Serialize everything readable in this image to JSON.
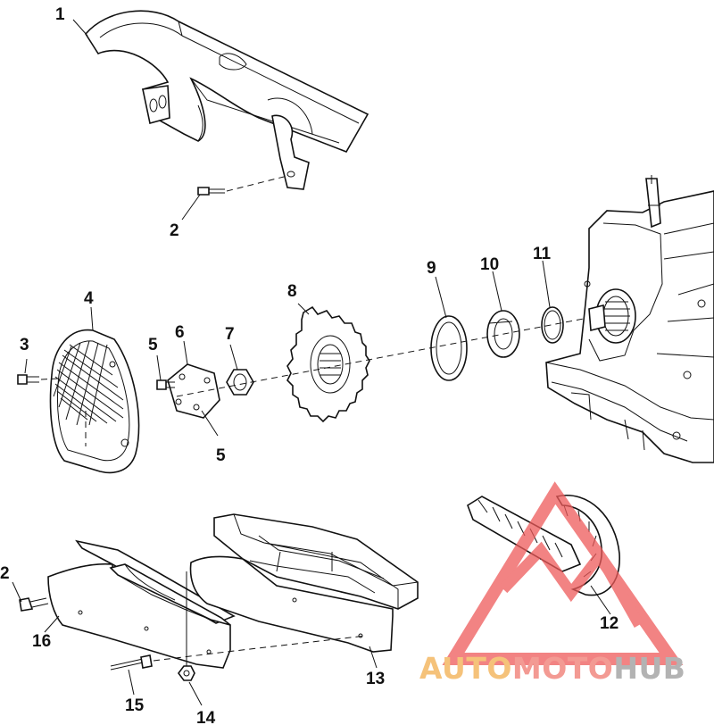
{
  "diagram": {
    "callouts": [
      {
        "id": "1",
        "text": "1"
      },
      {
        "id": "2a",
        "text": "2"
      },
      {
        "id": "2b",
        "text": "2"
      },
      {
        "id": "3",
        "text": "3"
      },
      {
        "id": "4",
        "text": "4"
      },
      {
        "id": "5a",
        "text": "5"
      },
      {
        "id": "5b",
        "text": "5"
      },
      {
        "id": "6",
        "text": "6"
      },
      {
        "id": "7",
        "text": "7"
      },
      {
        "id": "8",
        "text": "8"
      },
      {
        "id": "9",
        "text": "9"
      },
      {
        "id": "10",
        "text": "10"
      },
      {
        "id": "11",
        "text": "11"
      },
      {
        "id": "12",
        "text": "12"
      },
      {
        "id": "13",
        "text": "13"
      },
      {
        "id": "14",
        "text": "14"
      },
      {
        "id": "15",
        "text": "15"
      },
      {
        "id": "16",
        "text": "16"
      }
    ]
  },
  "watermark": {
    "part_auto": "AUTO",
    "part_moto": "MOTO",
    "part_hub": "HUB",
    "colors": {
      "auto": "#f5c27a",
      "moto": "#f39a93",
      "hub": "#b3b3b3",
      "triangle": "#ee5a5a"
    }
  }
}
